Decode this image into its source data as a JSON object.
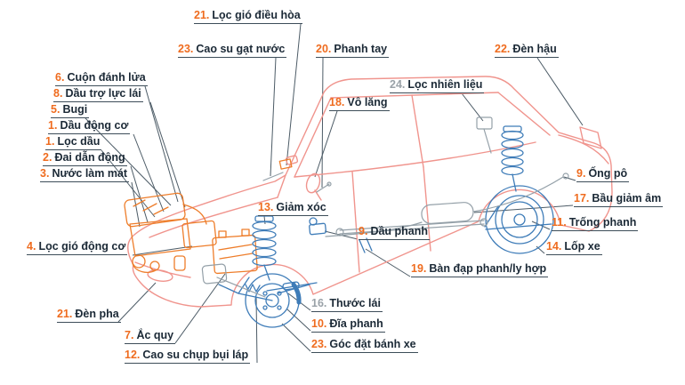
{
  "colors": {
    "body_outline": "#f0948d",
    "engine_parts": "#ee7d2a",
    "chassis_parts": "#3e7cb8",
    "metal_parts": "#94a0a8",
    "label_text": "#1b2936",
    "label_number": "#ef6c1f",
    "label_number_grey": "#9aa2a8",
    "leader_line": "#4c5b66"
  },
  "labels": [
    {
      "num": "21.",
      "text": "Lọc gió điều hòa",
      "num_color": "#ef6c1f"
    },
    {
      "num": "23.",
      "text": "Cao su gạt nước",
      "num_color": "#ef6c1f"
    },
    {
      "num": "20.",
      "text": "Phanh tay",
      "num_color": "#ef6c1f"
    },
    {
      "num": "22.",
      "text": "Đèn hậu",
      "num_color": "#ef6c1f"
    },
    {
      "num": "24.",
      "text": "Lọc nhiên liệu",
      "num_color": "#9aa2a8"
    },
    {
      "num": "18.",
      "text": "Vô lăng",
      "num_color": "#ef6c1f"
    },
    {
      "num": "6.",
      "text": "Cuộn đánh lửa",
      "num_color": "#ef6c1f"
    },
    {
      "num": "8.",
      "text": "Dầu trợ lực lái",
      "num_color": "#ef6c1f"
    },
    {
      "num": "5.",
      "text": "Bugi",
      "num_color": "#ef6c1f"
    },
    {
      "num": "1.",
      "text": "Dầu động cơ",
      "num_color": "#ef6c1f"
    },
    {
      "num": "1.",
      "text": "Lọc dầu",
      "num_color": "#ef6c1f"
    },
    {
      "num": "2.",
      "text": "Đai dẫn động",
      "num_color": "#ef6c1f"
    },
    {
      "num": "3.",
      "text": "Nước làm mát",
      "num_color": "#ef6c1f"
    },
    {
      "num": "4.",
      "text": "Lọc gió động cơ",
      "num_color": "#ef6c1f"
    },
    {
      "num": "21.",
      "text": "Đèn pha",
      "num_color": "#ef6c1f"
    },
    {
      "num": "7.",
      "text": "Ắc quy",
      "num_color": "#ef6c1f"
    },
    {
      "num": "12.",
      "text": "Cao su chụp bụi láp",
      "num_color": "#ef6c1f"
    },
    {
      "num": "13.",
      "text": "Giảm xóc",
      "num_color": "#ef6c1f"
    },
    {
      "num": "9.",
      "text": "Dầu phanh",
      "num_color": "#ef6c1f"
    },
    {
      "num": "19.",
      "text": "Bàn đạp phanh/ly hợp",
      "num_color": "#ef6c1f"
    },
    {
      "num": "16.",
      "text": "Thước lái",
      "num_color": "#9aa2a8"
    },
    {
      "num": "10.",
      "text": "Đĩa phanh",
      "num_color": "#ef6c1f"
    },
    {
      "num": "23.",
      "text": "Góc đặt bánh xe",
      "num_color": "#ef6c1f"
    },
    {
      "num": "9.",
      "text": "Ống pô",
      "num_color": "#ef6c1f"
    },
    {
      "num": "17.",
      "text": "Bầu giảm âm",
      "num_color": "#ef6c1f"
    },
    {
      "num": "11.",
      "text": "Trống phanh",
      "num_color": "#ef6c1f"
    },
    {
      "num": "14.",
      "text": "Lốp xe",
      "num_color": "#ef6c1f"
    }
  ]
}
